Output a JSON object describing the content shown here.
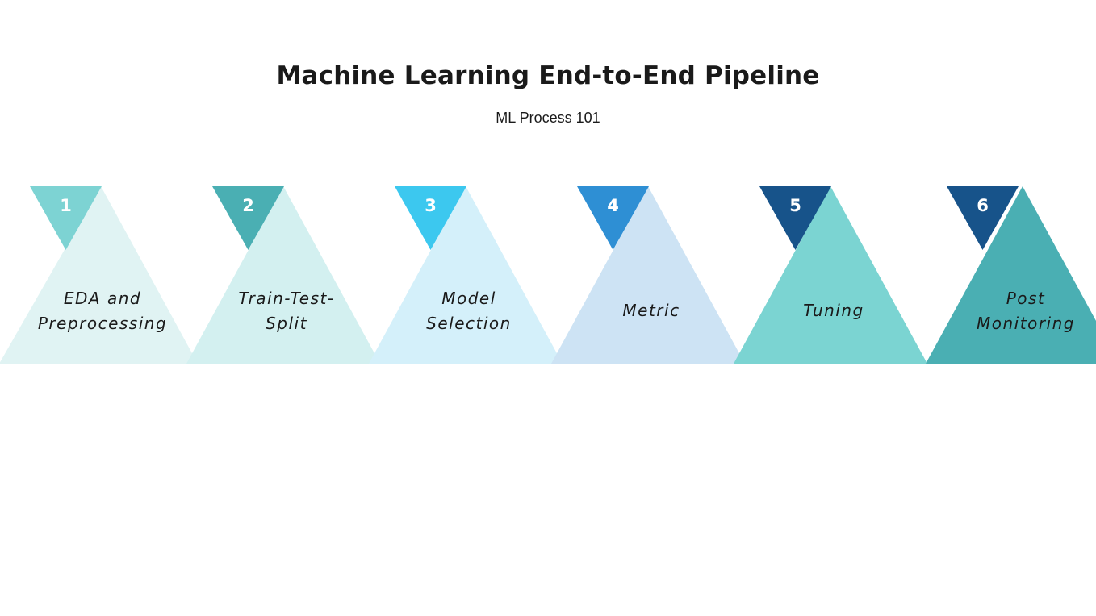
{
  "header": {
    "title": "Machine Learning End-to-End Pipeline",
    "subtitle": "ML Process 101"
  },
  "steps": [
    {
      "number": "1",
      "label_lines": [
        "EDA and",
        "Preprocessing"
      ],
      "marker_color": "#7dd3d3",
      "body_color": "#e0f3f3"
    },
    {
      "number": "2",
      "label_lines": [
        "Train-Test-",
        "Split"
      ],
      "marker_color": "#4aafb3",
      "body_color": "#d3f0f0"
    },
    {
      "number": "3",
      "label_lines": [
        "Model",
        "Selection"
      ],
      "marker_color": "#3cc8ef",
      "body_color": "#d4f0fa"
    },
    {
      "number": "4",
      "label_lines": [
        "Metric"
      ],
      "marker_color": "#2e8fd4",
      "body_color": "#cde3f4"
    },
    {
      "number": "5",
      "label_lines": [
        "Tuning"
      ],
      "marker_color": "#17538a",
      "body_color": "#7bd4d2"
    },
    {
      "number": "6",
      "label_lines": [
        "Post",
        "Monitoring"
      ],
      "marker_color": "#17538a",
      "body_color": "#4aafb3"
    }
  ]
}
